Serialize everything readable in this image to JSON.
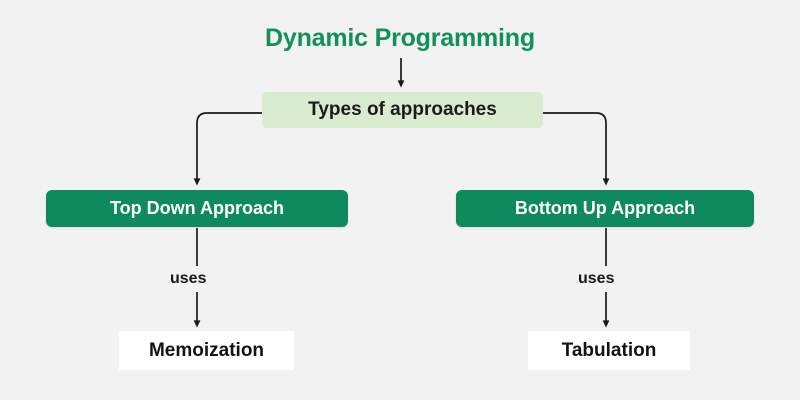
{
  "diagram": {
    "title": "Dynamic Programming",
    "background_color": "#f2f2f2",
    "accent_color": "#119158",
    "box_green": "#0e8a5c",
    "box_light_green": "#daeccf",
    "connector_color": "#1a1a1a",
    "root": {
      "label": "Dynamic Programming"
    },
    "category_node": {
      "label": "Types of approaches"
    },
    "approaches": [
      {
        "label": "Top Down Approach",
        "edge_label": "uses",
        "technique": "Memoization"
      },
      {
        "label": "Bottom Up Approach",
        "edge_label": "uses",
        "technique": "Tabulation"
      }
    ]
  }
}
